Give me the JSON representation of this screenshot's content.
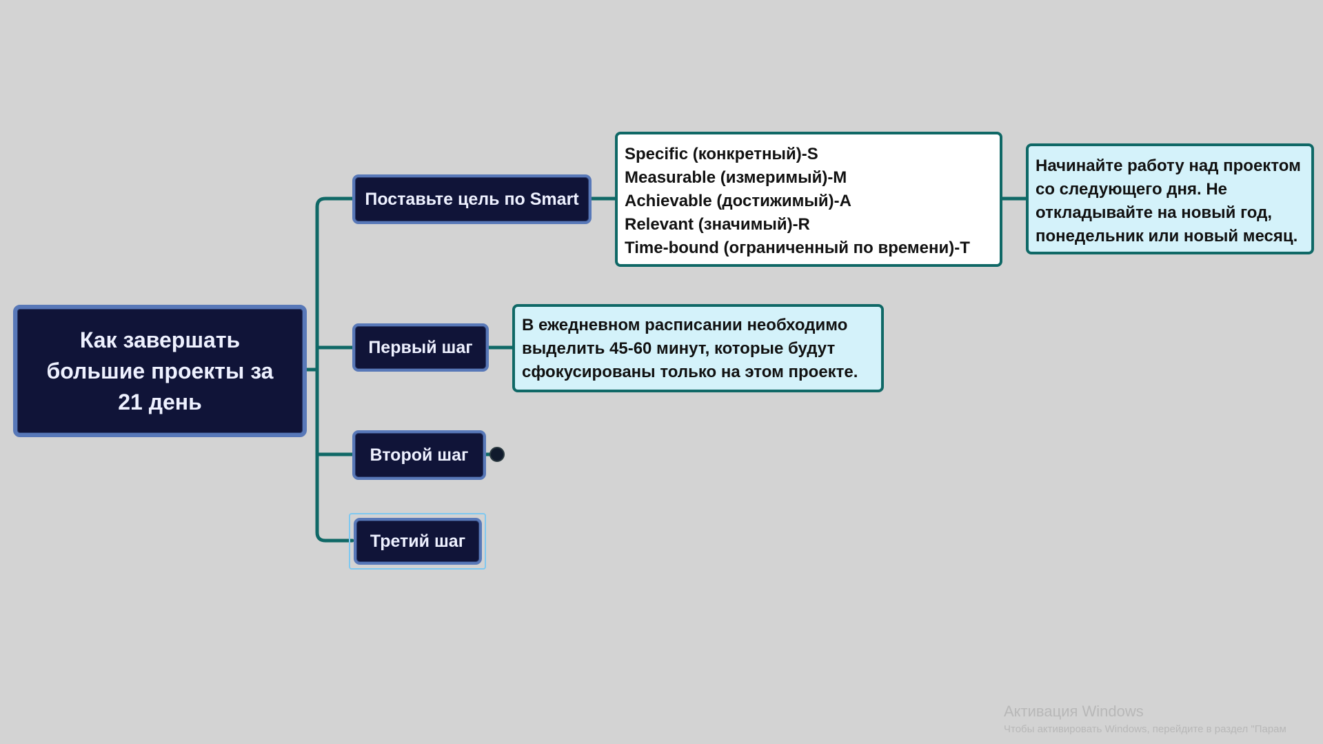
{
  "diagram": {
    "root": {
      "label": "Как завершать большие проекты за 21 день"
    },
    "branches": [
      {
        "id": "smart",
        "label": "Поставьте цель по Smart"
      },
      {
        "id": "first",
        "label": "Первый шаг"
      },
      {
        "id": "second",
        "label": "Второй шаг"
      },
      {
        "id": "third",
        "label": "Третий шаг"
      }
    ],
    "smart_detail": {
      "lines": [
        "Specific (конкретный)-S",
        "Measurable (измеримый)-M",
        "Achievable (достижимый)-A",
        "Relevant (значимый)-R",
        "Time-bound (ограниченный по времени)-T"
      ]
    },
    "smart_note": "Начинайте работу над проектом со следующего дня. Не откладывайте на новый год, понедельник или новый месяц.",
    "first_note": "В ежедневном расписании необходимо выделить 45-60 минут, которые будут сфокусированы только на этом проекте.",
    "collapsed_indicator": "collapsed-branch",
    "selected_node": "third",
    "colors": {
      "background": "#d3d3d3",
      "node_fill": "#101438",
      "node_border": "#5878b8",
      "connector": "#0f6866",
      "note_fill": "#d4f2fa",
      "detail_fill": "#ffffff",
      "selection": "#7ec8f0"
    }
  },
  "watermark": {
    "title": "Активация Windows",
    "subtitle": "Чтобы активировать Windows, перейдите в раздел \"Парам"
  }
}
